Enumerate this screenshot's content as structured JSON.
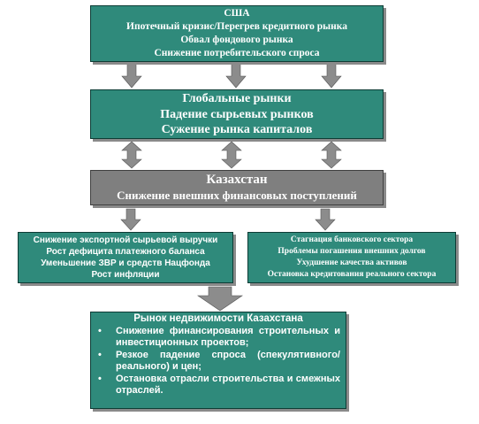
{
  "usa": {
    "lines": [
      "США",
      "Ипотечный кризис/Перегрев кредитного рынка",
      "Обвал фондового рынка",
      "Снижение потребительского спроса"
    ]
  },
  "global_markets": {
    "lines": [
      "Глобальные рынки",
      "Падение сырьевых рынков",
      "Сужение рынка капиталов"
    ]
  },
  "kazakhstan": {
    "title": "Казахстан",
    "subtitle": "Снижение внешних финансовых поступлений"
  },
  "macro_factors": {
    "lines": [
      "Снижение экспортной сырьевой выручки",
      "Рост дефицита платежного баланса",
      "Уменьшение ЗВР и средств Нацфонда",
      "Рост инфляции"
    ]
  },
  "banking_factors": {
    "lines": [
      "Стагнация банковского сектора",
      "Проблемы погашения внешних долгов",
      "Ухудшение качества активов",
      "Остановка кредитования реального сектора"
    ]
  },
  "real_estate": {
    "title": "Рынок недвижимости Казахстана",
    "bullet": "•",
    "items": [
      "Снижение финансирования строительных и инвестиционных проектов;",
      "Резкое падение спроса (спекулятивного/ реального) и цен;",
      "Остановка отрасли строительства и смежных отраслей."
    ]
  },
  "colors": {
    "box_fill": "#2f8a7b",
    "box_border": "#0d3c35",
    "kz_fill": "#7f7f7f",
    "arrow_fill": "#8c8c8c",
    "shadow": "#8a8a8a"
  }
}
